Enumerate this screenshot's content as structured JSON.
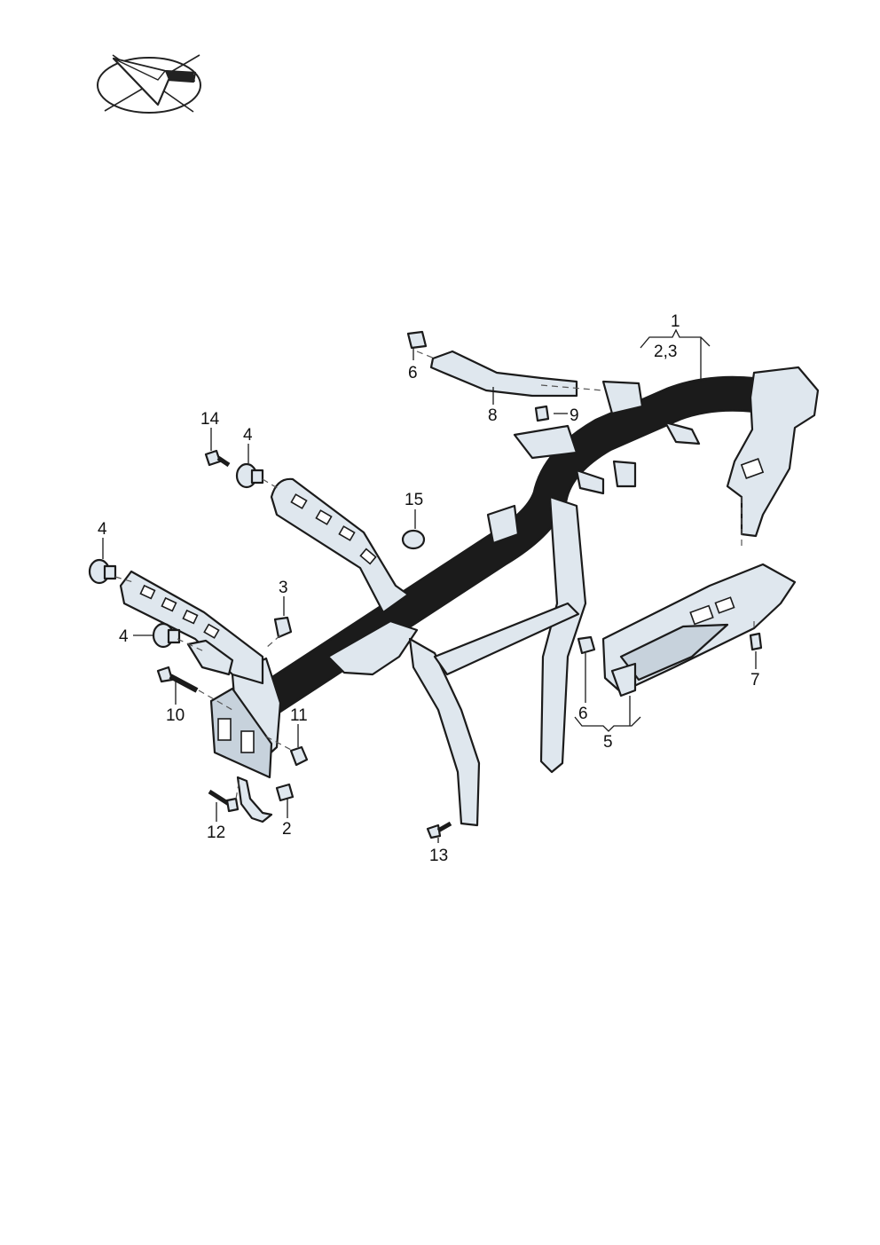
{
  "logo": {
    "icon": "vw-direction-arrow-logo-icon"
  },
  "callouts": {
    "c1": "1",
    "c23": "2,3",
    "c5": "5",
    "c6a": "6",
    "c6b": "6",
    "c7": "7",
    "c8": "8",
    "c9": "9",
    "c15": "15",
    "c14": "14",
    "c4a": "4",
    "c4b": "4",
    "c4c": "4",
    "c3": "3",
    "c10": "10",
    "c11": "11",
    "c12": "12",
    "c2": "2",
    "c13": "13"
  },
  "colors": {
    "part_fill": "#dfe7ee",
    "part_shade": "#c7d2dc",
    "outline": "#1b1b1b"
  }
}
